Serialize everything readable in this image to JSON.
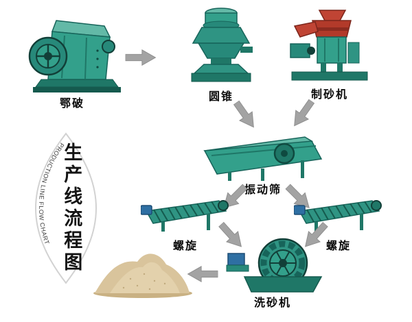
{
  "title": {
    "cn": "生产线流程图",
    "en": "PRODUCTION LINE FLOW CHART"
  },
  "nodes": {
    "jaw_crusher": {
      "label": "鄂破"
    },
    "cone_crusher": {
      "label": "圆锥"
    },
    "sand_maker": {
      "label": "制砂机"
    },
    "vibrating_screen": {
      "label": "振动筛"
    },
    "spiral_left": {
      "label": "螺旋"
    },
    "spiral_right": {
      "label": "螺旋"
    },
    "sand_washer": {
      "label": "洗砂机"
    }
  },
  "edges": [
    {
      "from": "jaw_crusher",
      "to": "cone_crusher"
    },
    {
      "from": "cone_crusher",
      "to": "vibrating_screen"
    },
    {
      "from": "sand_maker",
      "to": "vibrating_screen"
    },
    {
      "from": "vibrating_screen",
      "to": "spiral_left"
    },
    {
      "from": "vibrating_screen",
      "to": "spiral_right"
    },
    {
      "from": "spiral_left",
      "to": "sand_washer"
    },
    {
      "from": "spiral_right",
      "to": "sand_washer"
    },
    {
      "from": "sand_washer",
      "to": "sand_pile"
    }
  ],
  "colors": {
    "background": "#ffffff",
    "machine_teal": "#33a08b",
    "machine_teal_dark": "#1f7767",
    "accent_red": "#b23a2a",
    "motor_blue": "#2e6fa3",
    "arrow_gray": "#a3a3a3",
    "sand_tan": "#d9c49c"
  }
}
